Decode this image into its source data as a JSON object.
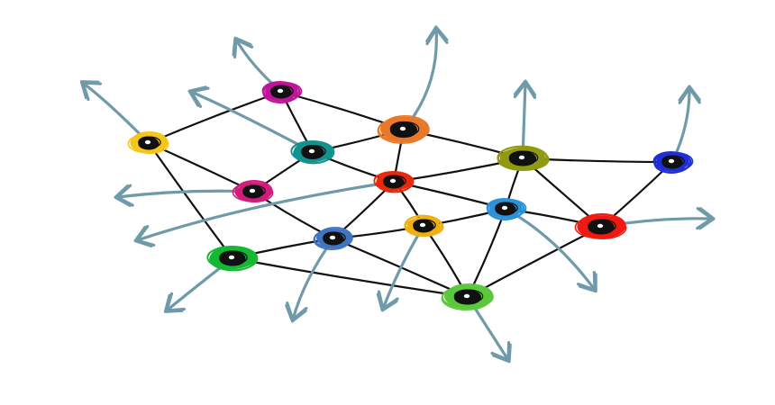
{
  "diagram": {
    "nodes": [
      {
        "id": "n-magenta-top",
        "color": "#c0149b"
      },
      {
        "id": "n-yellow-left",
        "color": "#f5c518"
      },
      {
        "id": "n-teal",
        "color": "#12928f"
      },
      {
        "id": "n-orange",
        "color": "#e8782a"
      },
      {
        "id": "n-olive",
        "color": "#8f9a12"
      },
      {
        "id": "n-blue-right",
        "color": "#1f2fd6"
      },
      {
        "id": "n-pink",
        "color": "#d21c7a"
      },
      {
        "id": "n-red-center",
        "color": "#e82a0a"
      },
      {
        "id": "n-steelblue",
        "color": "#3f74c2"
      },
      {
        "id": "n-gold",
        "color": "#f0b010"
      },
      {
        "id": "n-skyblue",
        "color": "#2a92d8"
      },
      {
        "id": "n-red-right",
        "color": "#f01a12"
      },
      {
        "id": "n-green-left",
        "color": "#15b835"
      },
      {
        "id": "n-green-bottom",
        "color": "#5ac83a"
      }
    ],
    "edges": [
      [
        "n-yellow-left",
        "n-magenta-top"
      ],
      [
        "n-magenta-top",
        "n-teal"
      ],
      [
        "n-magenta-top",
        "n-orange"
      ],
      [
        "n-teal",
        "n-orange"
      ],
      [
        "n-orange",
        "n-olive"
      ],
      [
        "n-olive",
        "n-blue-right"
      ],
      [
        "n-yellow-left",
        "n-pink"
      ],
      [
        "n-yellow-left",
        "n-green-left"
      ],
      [
        "n-teal",
        "n-pink"
      ],
      [
        "n-teal",
        "n-red-center"
      ],
      [
        "n-orange",
        "n-red-center"
      ],
      [
        "n-red-center",
        "n-olive"
      ],
      [
        "n-red-center",
        "n-skyblue"
      ],
      [
        "n-red-center",
        "n-steelblue"
      ],
      [
        "n-red-center",
        "n-gold"
      ],
      [
        "n-pink",
        "n-steelblue"
      ],
      [
        "n-steelblue",
        "n-green-left"
      ],
      [
        "n-steelblue",
        "n-gold"
      ],
      [
        "n-steelblue",
        "n-green-bottom"
      ],
      [
        "n-gold",
        "n-skyblue"
      ],
      [
        "n-gold",
        "n-green-bottom"
      ],
      [
        "n-skyblue",
        "n-olive"
      ],
      [
        "n-skyblue",
        "n-red-right"
      ],
      [
        "n-skyblue",
        "n-green-bottom"
      ],
      [
        "n-olive",
        "n-red-right"
      ],
      [
        "n-blue-right",
        "n-red-right"
      ],
      [
        "n-red-right",
        "n-green-bottom"
      ],
      [
        "n-green-left",
        "n-green-bottom"
      ]
    ],
    "arrows": [
      {
        "from": "n-magenta-top",
        "direction": "up-left"
      },
      {
        "from": "n-orange",
        "direction": "up"
      },
      {
        "from": "n-olive",
        "direction": "up"
      },
      {
        "from": "n-blue-right",
        "direction": "up"
      },
      {
        "from": "n-yellow-left",
        "direction": "up-left"
      },
      {
        "from": "n-teal",
        "direction": "up-left"
      },
      {
        "from": "n-pink",
        "direction": "left"
      },
      {
        "from": "n-red-center",
        "direction": "left"
      },
      {
        "from": "n-red-right",
        "direction": "right"
      },
      {
        "from": "n-green-left",
        "direction": "down-left"
      },
      {
        "from": "n-steelblue",
        "direction": "down-left"
      },
      {
        "from": "n-gold",
        "direction": "down-left"
      },
      {
        "from": "n-skyblue",
        "direction": "down-right"
      },
      {
        "from": "n-green-bottom",
        "direction": "down"
      }
    ],
    "colors": {
      "edge": "#111111",
      "arrow": "#6f9aa9",
      "background": "#ffffff"
    }
  }
}
